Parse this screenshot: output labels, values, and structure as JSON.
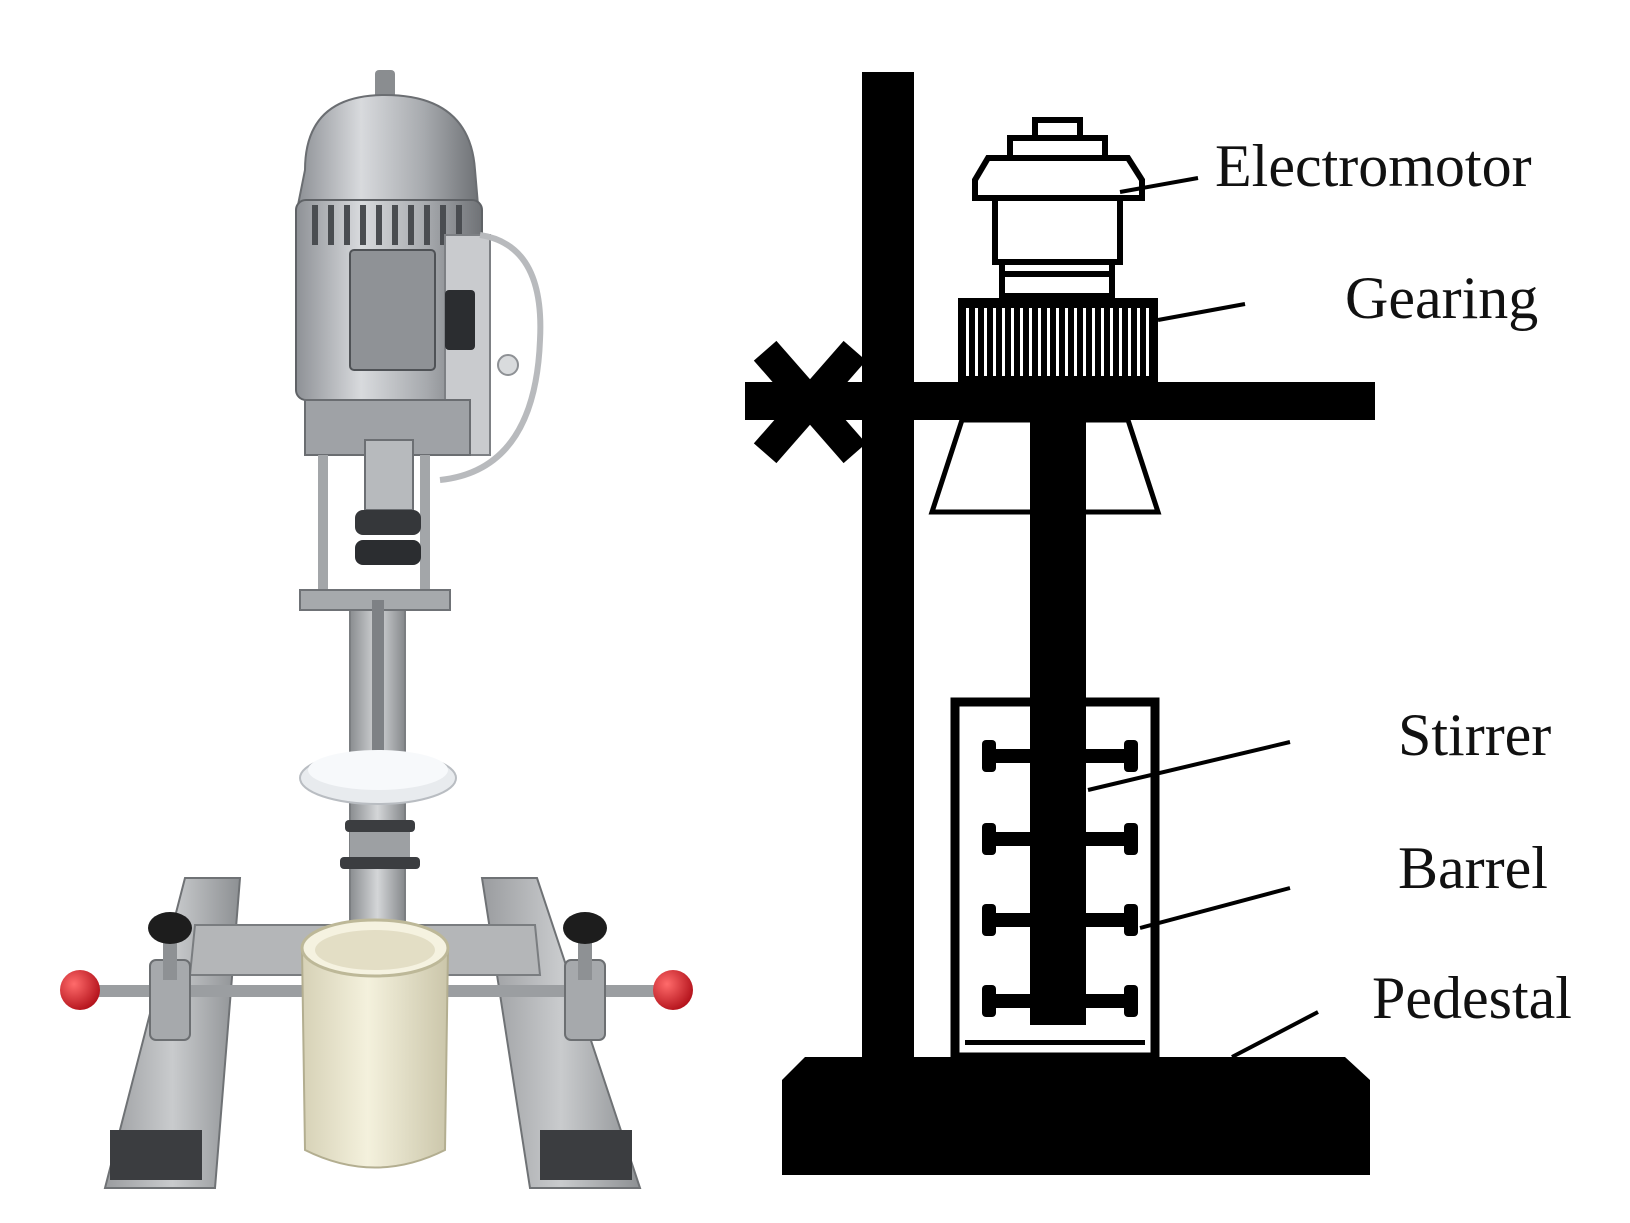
{
  "labels": {
    "electromotor": "Electromotor",
    "gearing": "Gearing",
    "stirrer": "Stirrer",
    "barrel": "Barrel",
    "pedestal": "Pedestal"
  },
  "colors": {
    "ink": "#000000",
    "motor_silver": "#b7b9bc",
    "frame_grey": "#a9abad",
    "cup_cream": "#ebe7cf",
    "knob_red": "#d21b25",
    "disk_white": "#f4f6f8"
  }
}
